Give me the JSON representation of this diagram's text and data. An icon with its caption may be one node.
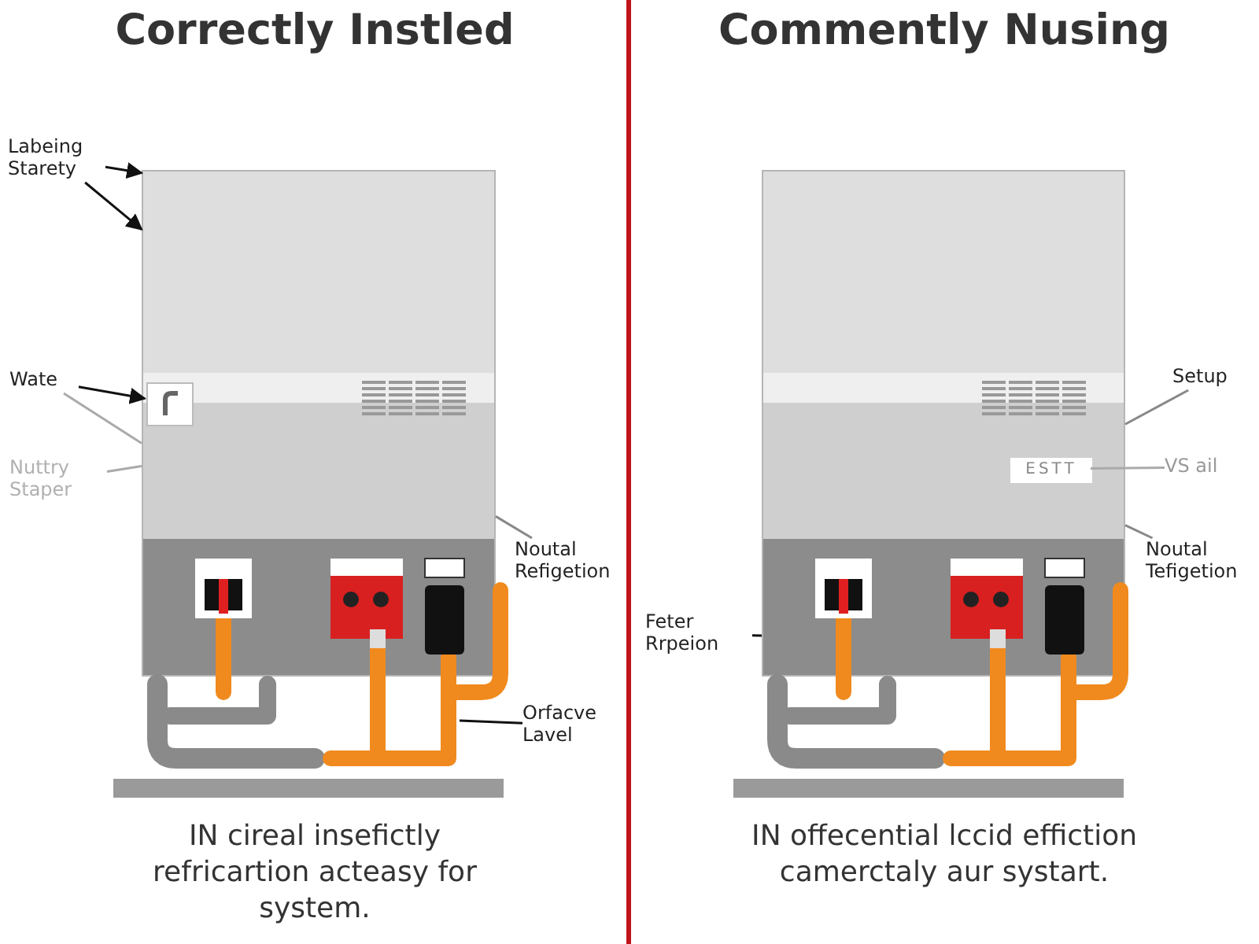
{
  "diagram": {
    "nodes": [
      {
        "text": [
          "Labeing Starety"
        ]
      },
      {
        "text": [],
        "shape": "box"
      },
      {
        "text": [
          "Wate"
        ]
      },
      {
        "text": [],
        "shape": "picture",
        "in": 1
      },
      {
        "text": [
          "Nuttry Staper"
        ]
      },
      {
        "text": [
          "Noutal Refigetion"
        ]
      },
      {
        "text": [
          "Orfacve Lavel"
        ]
      },
      {
        "text": [],
        "shape": "box"
      },
      {
        "text": [
          "Setup"
        ]
      },
      {
        "text": [
          "ESTT"
        ],
        "in": 7
      },
      {
        "text": [
          "VS ail"
        ]
      },
      {
        "text": [
          "Noutal Tefigetion"
        ]
      },
      {
        "text": [
          "Feter Rrpeion"
        ]
      }
    ],
    "edges": [
      {
        "from": 0,
        "to": 1,
        "arrow": "to"
      },
      {
        "from": 0,
        "to": 1,
        "arrow": "to"
      },
      {
        "from": 2,
        "to": 3,
        "arrow": "to"
      },
      {
        "from": 2,
        "to": 1,
        "arrow": "none",
        "color": "#aaaaaa"
      },
      {
        "from": 4,
        "to": 1,
        "arrow": "none",
        "color": "#aaaaaa"
      },
      {
        "from": 5,
        "to": 1,
        "arrow": "none",
        "color": "#888888"
      },
      {
        "from": 6,
        "to": null,
        "arrow": "none"
      },
      {
        "from": 8,
        "to": 7,
        "arrow": "none",
        "color": "#888888"
      },
      {
        "from": 10,
        "to": 9,
        "arrow": "none",
        "color": "#aaaaaa"
      },
      {
        "from": 11,
        "to": 7,
        "arrow": "none",
        "color": "#888888"
      },
      {
        "from": 12,
        "to": 7,
        "arrow": "none"
      }
    ],
    "labels": [
      "Correctly Instled",
      "Commently Nusing",
      "IN cireal insefictly refricartion acteasy for system.",
      "IN offecential lccid effiction camerctaly aur systart."
    ]
  }
}
